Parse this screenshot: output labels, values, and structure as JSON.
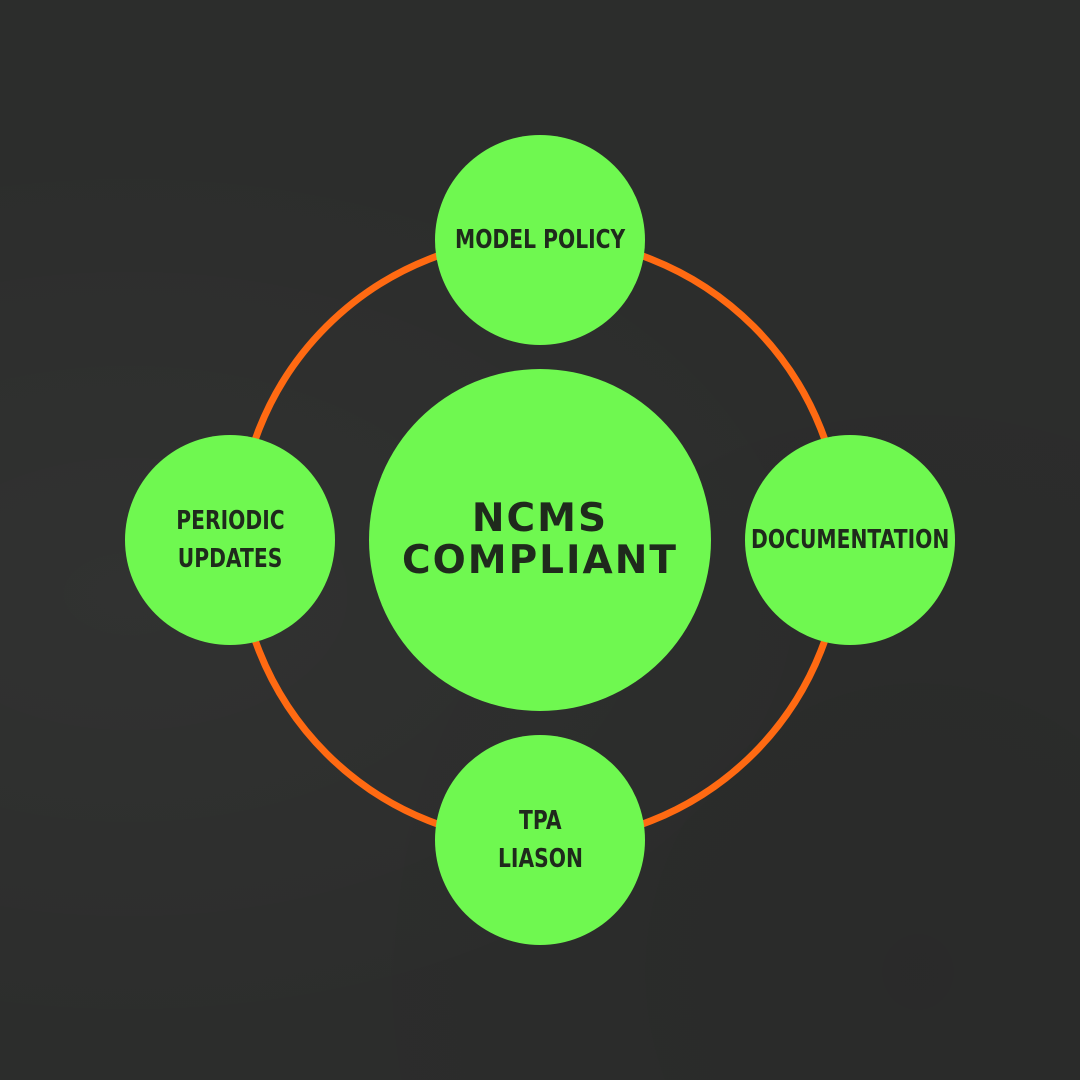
{
  "center": {
    "lines": [
      "NCMS",
      "COMPLIANT"
    ]
  },
  "nodes": {
    "top": {
      "lines": [
        "MODEL POLICY"
      ]
    },
    "right": {
      "lines": [
        "DOCUMENTATION"
      ]
    },
    "bottom": {
      "lines": [
        "TPA",
        "LIASON"
      ]
    },
    "left": {
      "lines": [
        "PERIODIC",
        "UPDATES"
      ]
    }
  },
  "colors": {
    "background": "#2c2d2c",
    "circle_fill": "#6ff850",
    "ring_stroke": "#ff6a12",
    "text": "#1f2a1c"
  }
}
